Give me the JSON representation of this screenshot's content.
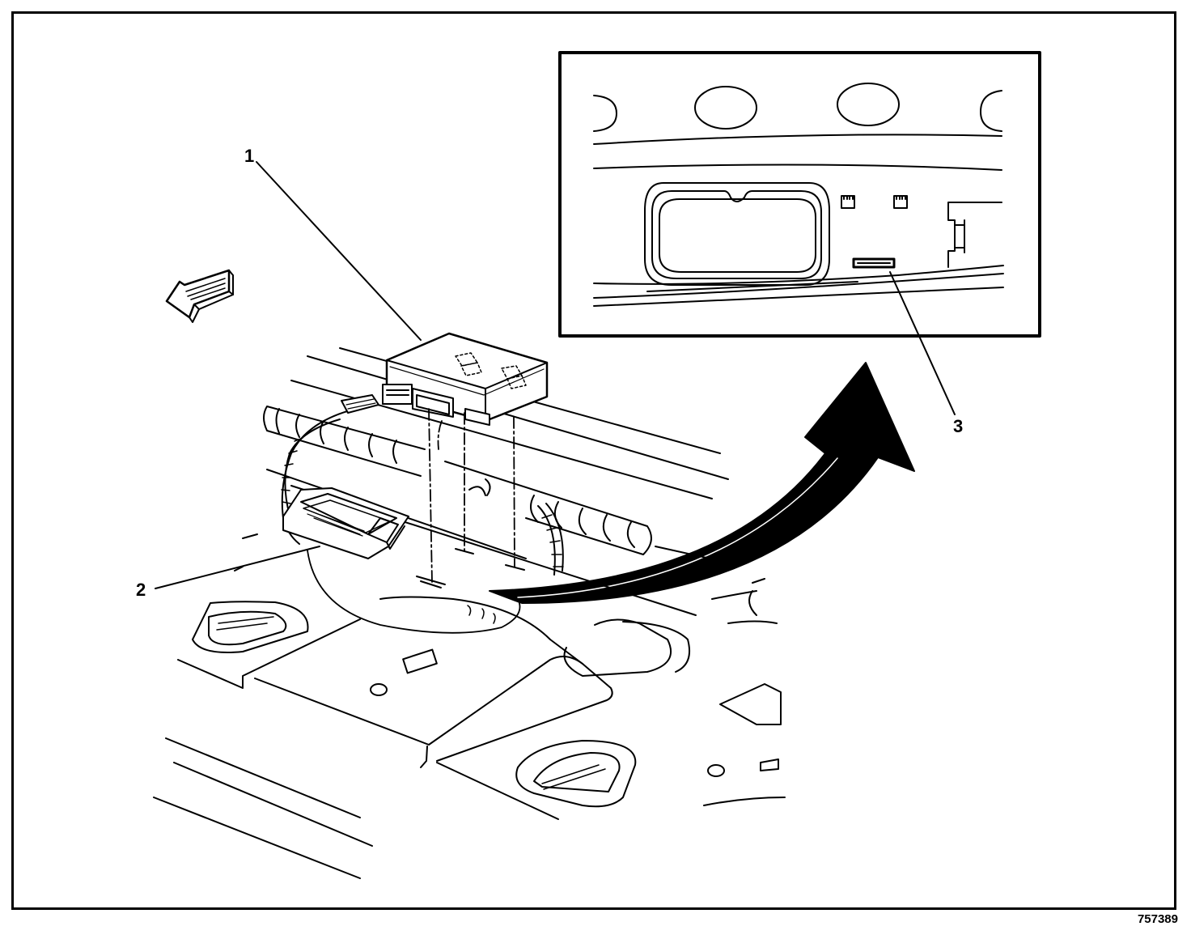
{
  "figure": {
    "id": "757389",
    "callouts": [
      {
        "number": "1",
        "target": "module"
      },
      {
        "number": "2",
        "target": "connector"
      },
      {
        "number": "3",
        "target": "slot-detail"
      }
    ]
  },
  "colors": {
    "ink": "#000000",
    "paper": "#ffffff"
  }
}
